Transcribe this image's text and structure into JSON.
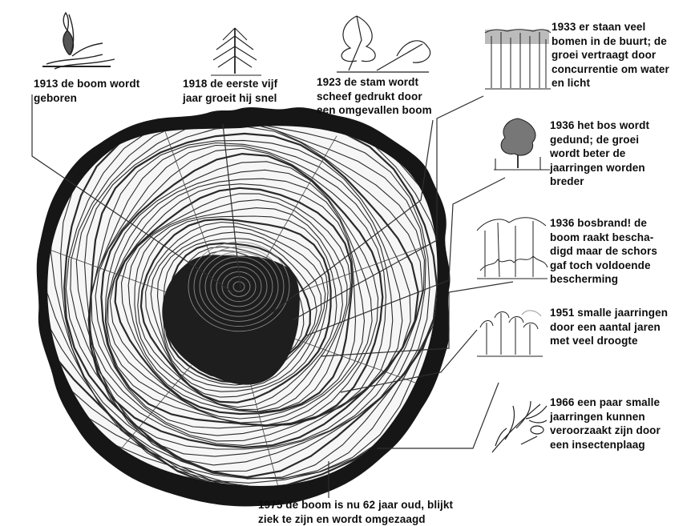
{
  "annotations": [
    {
      "id": "1913",
      "text": "1913 de boom wordt\ngeboren",
      "icon": "seedling-icon"
    },
    {
      "id": "1918",
      "text": "1918 de eerste vijf\njaar groeit hij snel",
      "icon": "young-pine-icon"
    },
    {
      "id": "1923",
      "text": "1923 de stam wordt\nscheef gedrukt door\neen omgevallen boom",
      "icon": "fallen-tree-icon"
    },
    {
      "id": "1933",
      "text": "1933 er staan veel\nbomen in de buurt; de\ngroei vertraagt door\nconcurrentie om water\nen licht",
      "icon": "dense-forest-icon"
    },
    {
      "id": "1936a",
      "text": "1936 het bos wordt\ngedund; de groei\nwordt beter de\njaarringen worden\nbreder",
      "icon": "thinned-forest-icon"
    },
    {
      "id": "1936b",
      "text": "1936 bosbrand! de\nboom raakt bescha-\ndigd maar de schors\ngaf toch voldoende\nbescherming",
      "icon": "forest-fire-icon"
    },
    {
      "id": "1951",
      "text": "1951 smalle jaarringen\ndoor een aantal jaren\nmet veel droogte",
      "icon": "drought-trees-icon"
    },
    {
      "id": "1966",
      "text": "1966 een paar smalle\njaarringen kunnen\nveroorzaakt zijn door\neen insectenplaag",
      "icon": "insect-branch-icon"
    },
    {
      "id": "1975",
      "text": "1975 de boom is nu 62 jaar oud, blijkt\nziek te zijn en wordt omgezaagd",
      "icon": ""
    }
  ],
  "colors": {
    "bark": "#1a1a1a",
    "ring": "#262626",
    "wood": "#f4f4f4",
    "leader": "#333333"
  }
}
